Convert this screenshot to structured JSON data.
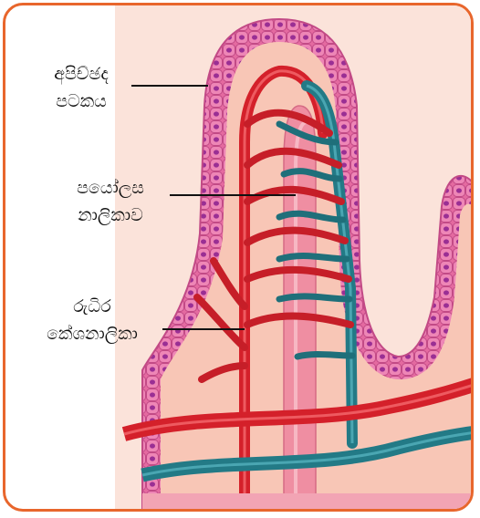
{
  "labels": {
    "epithelium": {
      "line1": "අපිච්ඡද",
      "line2": "පටකය"
    },
    "lacteal": {
      "line1": "පයෝලස",
      "line2": "නාලිකාව"
    },
    "capillaries": {
      "line1": "රුධිර",
      "line2": "කේශනාලිකා"
    }
  },
  "colors": {
    "frame": "#e8662c",
    "epithelium": "#e0609a",
    "nuclei": "#a03a9a",
    "lamina": "#f6c0b0",
    "arteriole": "#d4202a",
    "venule": "#237a86",
    "lacteal": "#e2708a"
  }
}
